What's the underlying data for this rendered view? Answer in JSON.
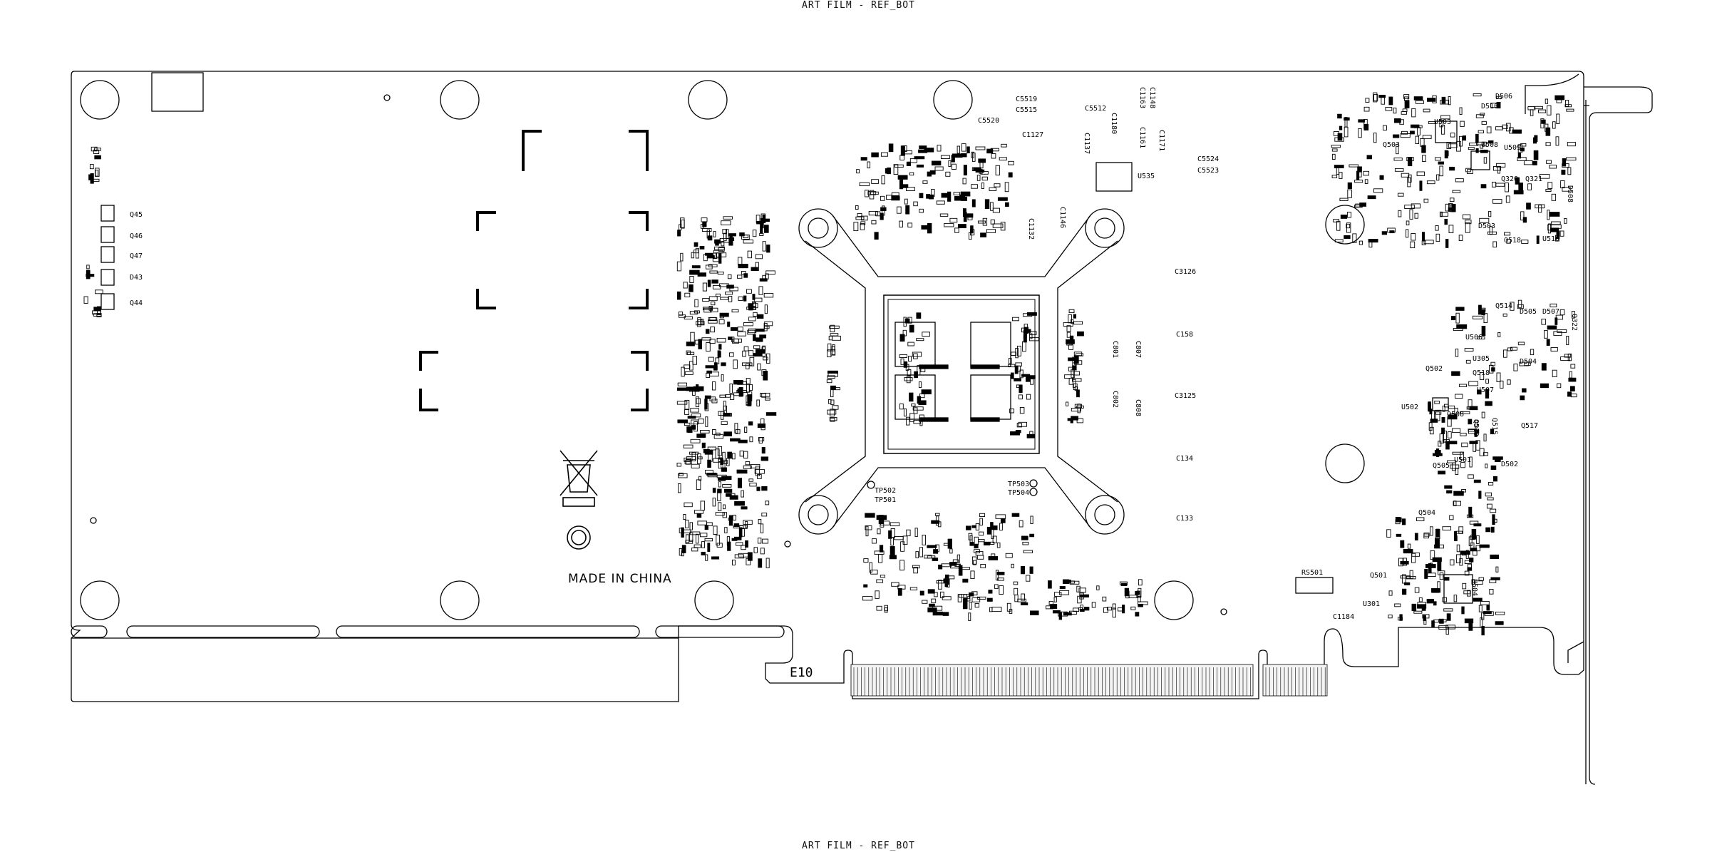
{
  "title_top": "ART FILM - REF_BOT",
  "title_bottom": "ART FILM - REF_BOT",
  "made_in_china": "MADE IN CHINA",
  "edge_marker": "E10",
  "refdes": {
    "left": [
      "Q45",
      "Q46",
      "Q47",
      "D43",
      "Q44"
    ],
    "top_center": [
      "C5519",
      "C5515",
      "C5520",
      "C1127",
      "C5512",
      "C1148",
      "C1163",
      "C1180",
      "C1161",
      "C1171",
      "C1137",
      "C1132",
      "C1146",
      "C5524",
      "C5523",
      "U535"
    ],
    "gpu": [
      "TP502",
      "TP501",
      "TP503",
      "TP504"
    ],
    "mid_right": [
      "C3126",
      "C158",
      "C3125",
      "C134",
      "C133",
      "C801",
      "C807",
      "C802",
      "C808"
    ],
    "bottom_right": [
      "RS501",
      "C1184",
      "Q501",
      "U301",
      "U504",
      "Q504"
    ],
    "right_top": [
      "D506",
      "D510",
      "Q503",
      "U503",
      "U508",
      "U509",
      "Q320",
      "Q321",
      "D508",
      "D503",
      "Q518",
      "U510"
    ],
    "right_mid": [
      "Q514",
      "D505",
      "D507",
      "Q322",
      "U506",
      "U305",
      "D504",
      "Q518",
      "U507",
      "Q502",
      "U502",
      "Q508",
      "Q510",
      "Q515",
      "Q517",
      "U501",
      "Q505",
      "D502"
    ]
  },
  "colors": {
    "line": "#000000",
    "background": "#ffffff"
  }
}
